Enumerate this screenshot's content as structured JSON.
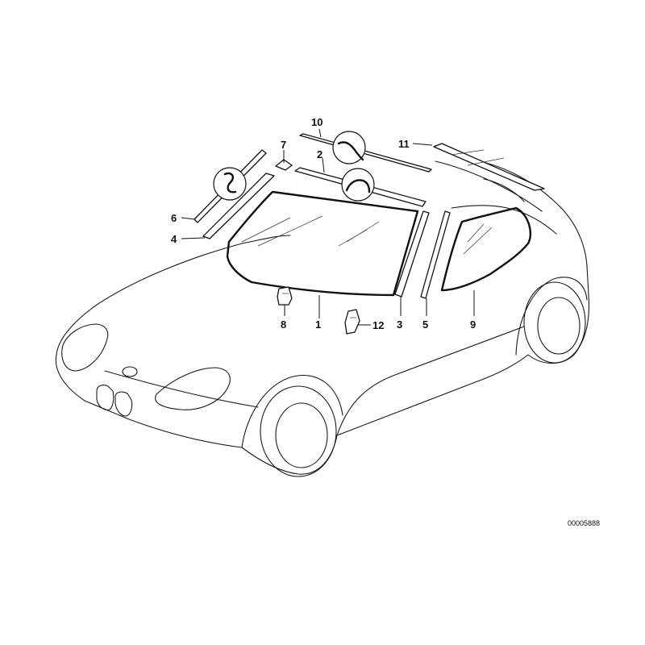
{
  "diagram": {
    "reference_number": "00005888",
    "callouts": [
      {
        "id": "1",
        "label": "1"
      },
      {
        "id": "2",
        "label": "2"
      },
      {
        "id": "3",
        "label": "3"
      },
      {
        "id": "4",
        "label": "4"
      },
      {
        "id": "5",
        "label": "5"
      },
      {
        "id": "6",
        "label": "6"
      },
      {
        "id": "7",
        "label": "7"
      },
      {
        "id": "8",
        "label": "8"
      },
      {
        "id": "9",
        "label": "9"
      },
      {
        "id": "10",
        "label": "10"
      },
      {
        "id": "11",
        "label": "11"
      },
      {
        "id": "12",
        "label": "12"
      }
    ]
  }
}
